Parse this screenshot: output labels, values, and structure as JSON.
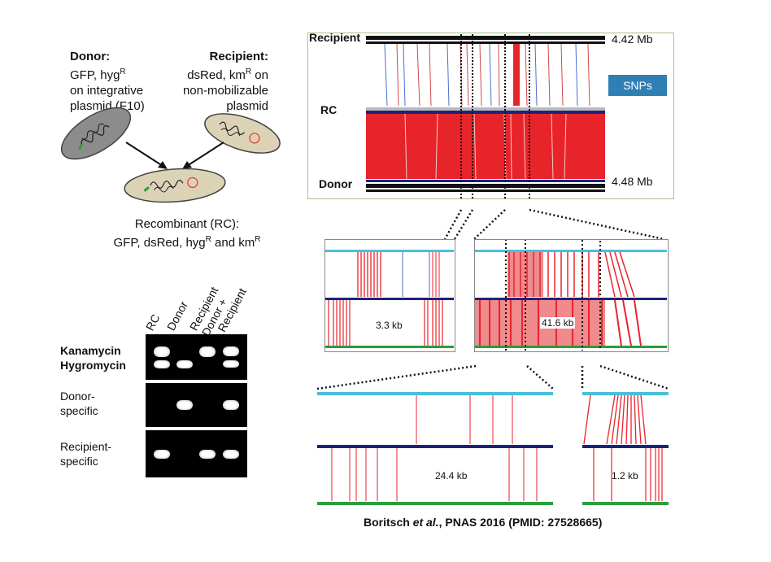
{
  "schematic": {
    "donor_title": "Donor:",
    "donor_lines": [
      "GFP, hyg",
      "on integrative",
      "plasmid (F10)"
    ],
    "donor_sup": "R",
    "recipient_title": "Recipient:",
    "recipient_line1": "dsRed, km",
    "recipient_sup": "R",
    "recipient_line1_end": " on",
    "recipient_lines": [
      "non-mobilizable",
      "plasmid"
    ],
    "recombinant_line1": "Recombinant (RC):",
    "recombinant_line2_a": "GFP, dsRed, hyg",
    "recombinant_line2_sup1": "R",
    "recombinant_line2_b": " and km",
    "recombinant_line2_sup2": "R"
  },
  "gel": {
    "lanes": [
      "RC",
      "Donor",
      "Recipient",
      "Donor + Recipient"
    ],
    "rows": [
      "Kanamycin",
      "Hygromycin",
      "Donor-specific",
      "Recipient-specific"
    ],
    "row_labels": {
      "kan": "Kanamycin",
      "hyg": "Hygromycin",
      "donor1": "Donor-",
      "donor2": "specific",
      "recip1": "Recipient-",
      "recip2": "specific"
    },
    "lane_labels": {
      "rc": "RC",
      "donor": "Donor",
      "recipient": "Recipient",
      "dr1": "Donor +",
      "dr2": "Recipient"
    }
  },
  "genome": {
    "recipient_label": "Recipient",
    "rc_label": "RC",
    "donor_label": "Donor",
    "recipient_size": "4.42 Mb",
    "donor_size": "4.48 Mb",
    "snps_badge": "SNPs"
  },
  "zooms": {
    "z1": "3.3 kb",
    "z2": "41.6 kb",
    "z3": "24.4 kb",
    "z4": "1.2 kb"
  },
  "citation": {
    "author": "Boritsch ",
    "etal": "et al.",
    "rest": ", PNAS 2016 (PMID: 27528665)"
  },
  "colors": {
    "accent_red": "#e8242b",
    "snp_blue": "#2f7fb5",
    "panel_border": "#a9c28a",
    "gel_bg": "#000000"
  }
}
